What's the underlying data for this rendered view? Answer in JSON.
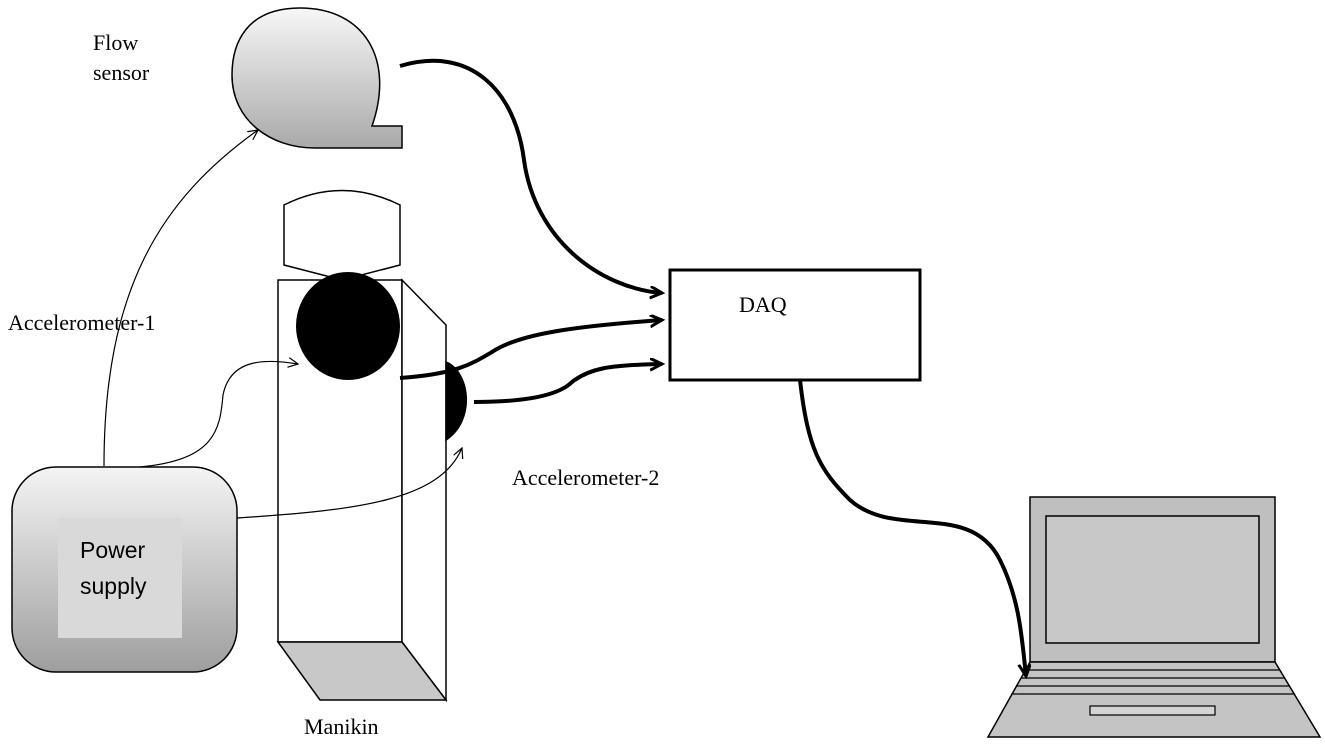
{
  "labels": {
    "flow_sensor": [
      "Flow",
      "sensor"
    ],
    "accelerometer_1": "Accelerometer-1",
    "accelerometer_2": "Accelerometer-2",
    "daq": "DAQ",
    "manikin": "Manikin",
    "power_supply": [
      "Power",
      "supply"
    ]
  },
  "colors": {
    "stroke": "#000000",
    "device_fill_light": "#f2f2f2",
    "device_fill_dark": "#a6a6a6",
    "power_inner_fill": "#d9d9d9",
    "laptop_body": "#bfbfbf",
    "laptop_screen": "#c8c8c8",
    "accelerometer_fill": "#000000"
  },
  "icons": [
    "flow-sensor-icon",
    "manikin-icon",
    "power-supply-icon",
    "laptop-icon",
    "daq-box"
  ]
}
